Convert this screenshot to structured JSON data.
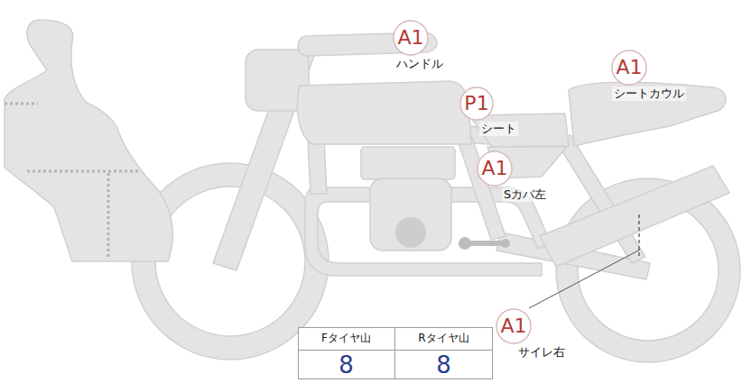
{
  "diagram": {
    "nodes": [
      {
        "text": [
          "A1",
          "ハンドル"
        ]
      },
      {
        "text": [
          "A1",
          "シートカウル"
        ]
      },
      {
        "text": [
          "P1",
          "シート"
        ]
      },
      {
        "text": [
          "A1",
          "Sカバ左"
        ]
      },
      {
        "text": [
          "A1",
          "サイレ右"
        ]
      }
    ],
    "labels": [
      "Fタイヤ山",
      "Rタイヤ山",
      "8",
      "8"
    ]
  }
}
